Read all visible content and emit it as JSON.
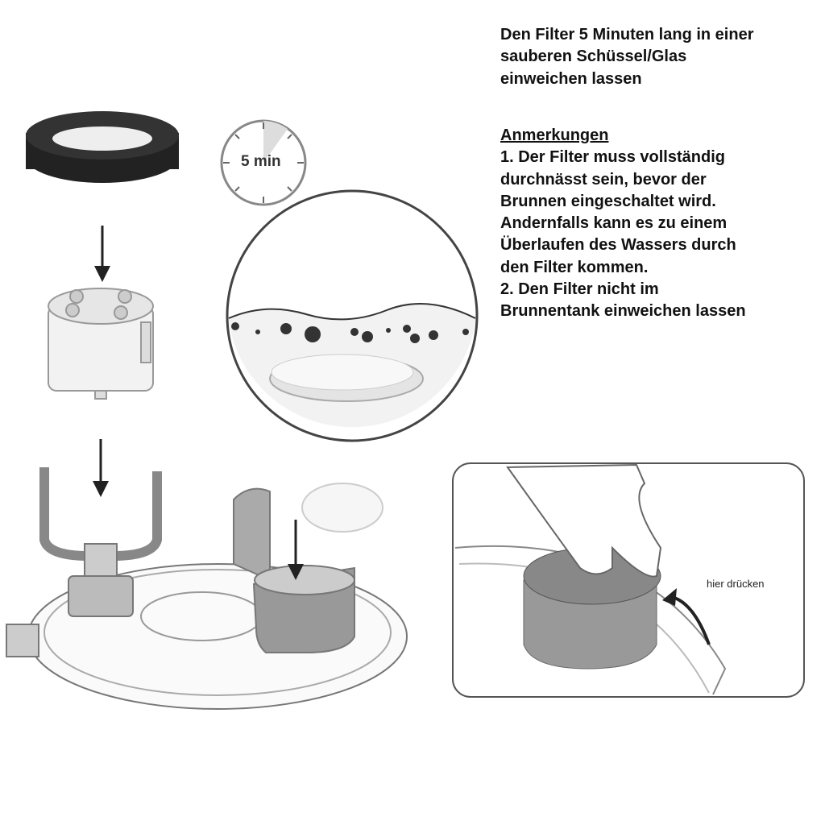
{
  "instructions": {
    "intro_lines": [
      "Den Filter 5 Minuten lang in einer",
      "sauberen Schüssel/Glas",
      "einweichen lassen"
    ],
    "notes_heading": "Anmerkungen",
    "notes_lines": [
      "1. Der Filter muss vollständig",
      "durchnässt sein, bevor der",
      "Brunnen eingeschaltet wird.",
      "Andernfalls kann es zu einem",
      "Überlaufen des Wassers durch",
      "den Filter kommen.",
      "2. Den Filter nicht im",
      "Brunnentank einweichen lassen"
    ]
  },
  "timer": {
    "label": "5 min"
  },
  "detail": {
    "label": "hier drücken"
  }
}
